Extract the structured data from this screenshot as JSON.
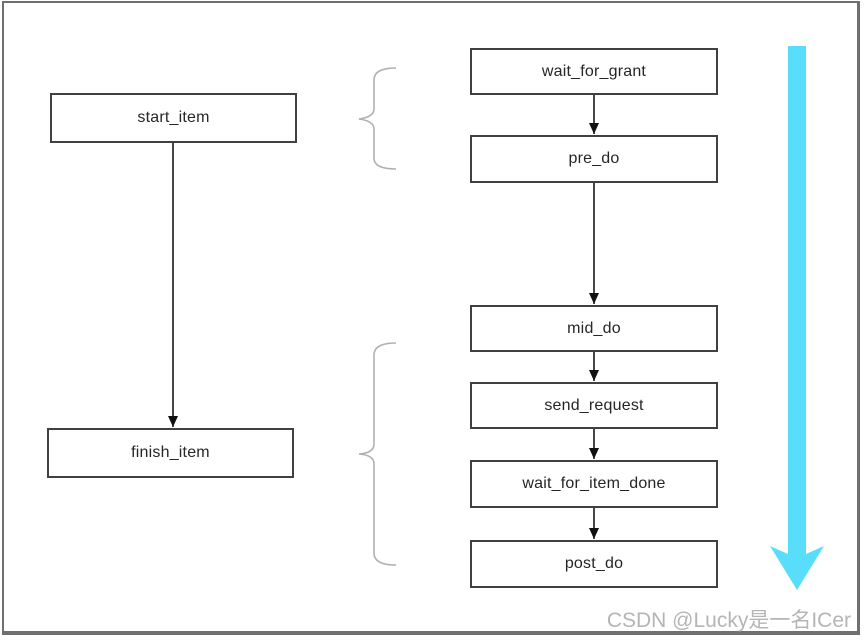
{
  "left_nodes": [
    {
      "label": "start_item"
    },
    {
      "label": "finish_item"
    }
  ],
  "right_nodes": [
    {
      "label": "wait_for_grant"
    },
    {
      "label": "pre_do"
    },
    {
      "label": "mid_do"
    },
    {
      "label": "send_request"
    },
    {
      "label": "wait_for_item_done"
    },
    {
      "label": "post_do"
    }
  ],
  "watermark": "CSDN @Lucky是一名ICer",
  "colors": {
    "box_border": "#404040",
    "box_text": "#262626",
    "connector": "#1a1a1a",
    "brace": "#b0b0b0",
    "timeline_arrow": "#58DEFA",
    "watermark": "#b5b5b5",
    "outer_frame": "#6f6f6f"
  },
  "icons": {
    "timeline_arrow": "thick-cyan-down-arrow",
    "braces": "left-curly-brace"
  }
}
